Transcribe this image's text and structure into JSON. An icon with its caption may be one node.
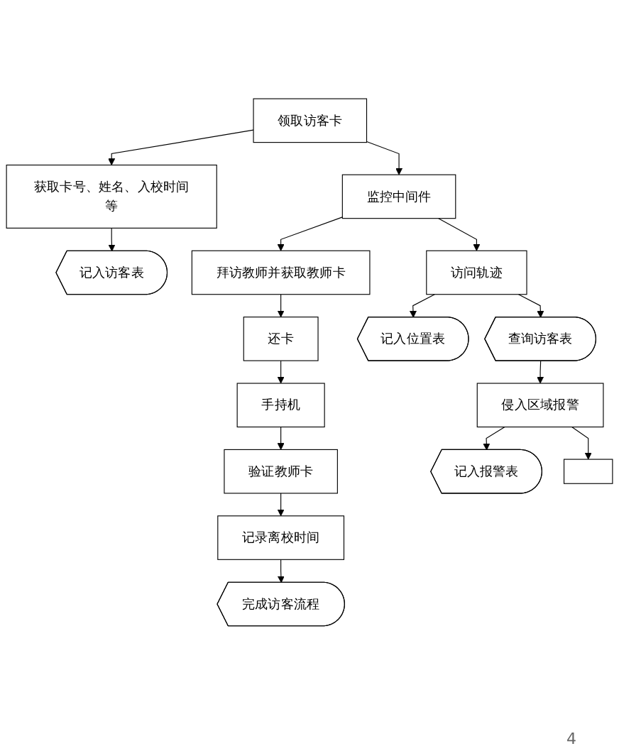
{
  "diagram": {
    "nodes": [
      {
        "text": [
          "领取访客卡"
        ]
      },
      {
        "text": [
          "获取卡号、姓名、入校时间等"
        ]
      },
      {
        "text": [
          "监控中间件"
        ]
      },
      {
        "text": [
          "记入访客表"
        ]
      },
      {
        "text": [
          "拜访教师并获取教师卡"
        ]
      },
      {
        "text": [
          "访问轨迹"
        ]
      },
      {
        "text": [
          "记入位置表"
        ]
      },
      {
        "text": [
          "还卡"
        ]
      },
      {
        "text": [
          "查询访客表"
        ]
      },
      {
        "text": [
          "手持机"
        ]
      },
      {
        "text": [
          "验证教师卡"
        ]
      },
      {
        "text": [
          "侵入区域报警"
        ]
      },
      {
        "text": [
          "记录离校时间"
        ]
      },
      {
        "text": [
          "完成访客流程"
        ]
      },
      {
        "text": [
          "记入报警表"
        ]
      },
      {
        "text": [],
        "shape": "box"
      }
    ],
    "edges": [
      {
        "from": 0,
        "to": 1,
        "arrow": "to"
      },
      {
        "from": 0,
        "to": 2,
        "arrow": "to"
      },
      {
        "from": 1,
        "to": 3,
        "arrow": "to"
      },
      {
        "from": 2,
        "to": 4,
        "arrow": "to"
      },
      {
        "from": 2,
        "to": 5,
        "arrow": "to"
      },
      {
        "from": 4,
        "to": 7,
        "arrow": "to"
      },
      {
        "from": 5,
        "to": 6,
        "arrow": "to"
      },
      {
        "from": 5,
        "to": 8,
        "arrow": "to"
      },
      {
        "from": 7,
        "to": 9,
        "arrow": "to"
      },
      {
        "from": 9,
        "to": 10,
        "arrow": "to"
      },
      {
        "from": 10,
        "to": 12,
        "arrow": "to"
      },
      {
        "from": 12,
        "to": 13,
        "arrow": "to"
      },
      {
        "from": 8,
        "to": 11,
        "arrow": "to"
      },
      {
        "from": 11,
        "to": 14,
        "arrow": "to"
      },
      {
        "from": 11,
        "to": 15,
        "arrow": "to"
      }
    ],
    "labels": [
      "4"
    ]
  }
}
